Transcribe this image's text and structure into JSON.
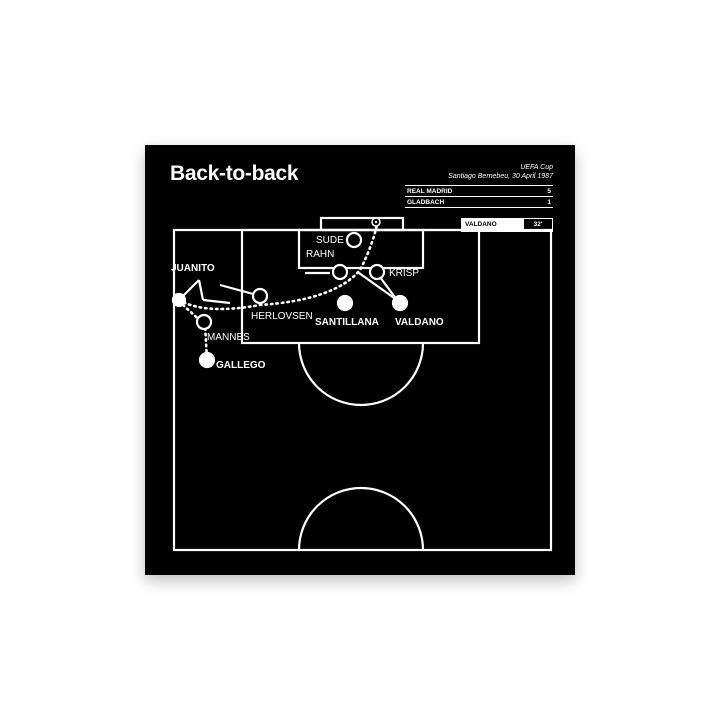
{
  "poster": {
    "title": "Back-to-back",
    "competition": "UEFA Cup",
    "venue_date": "Santiago Bernebeu, 30 April 1987",
    "scores": [
      {
        "team": "REAL MADRID",
        "goals": "5"
      },
      {
        "team": "GLADBACH",
        "goals": "1"
      }
    ],
    "scorer": {
      "name": "VALDANO",
      "minute": "32'"
    },
    "players": {
      "juanito": "JUANITO",
      "herlovsen": "HERLOVSEN",
      "santillana": "SANTILLANA",
      "valdano": "VALDANO",
      "mannes": "MANNES",
      "gallego": "GALLEGO",
      "sude": "SUDE",
      "rahn": "RAHN",
      "krisp": "KRISP"
    },
    "colors": {
      "background": "#000000",
      "lines": "#ffffff"
    }
  }
}
